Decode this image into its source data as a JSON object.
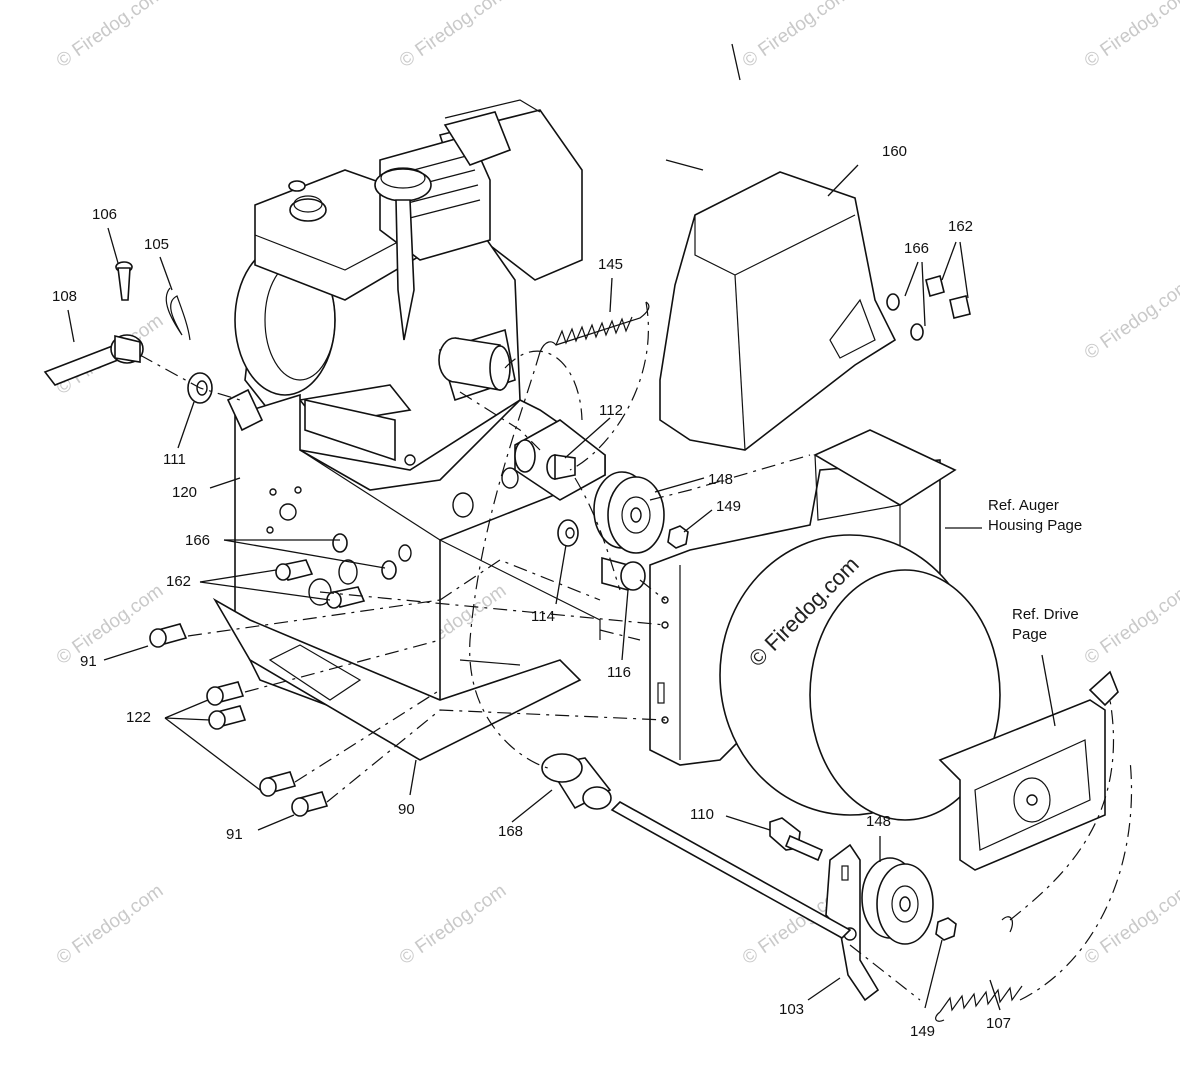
{
  "watermark": {
    "text": "© Firedog.com",
    "center_text": "© Firedog.com"
  },
  "callouts": {
    "c160": "160",
    "c162_top": "162",
    "c166_top": "166",
    "c145": "145",
    "c106": "106",
    "c105": "105",
    "c108": "108",
    "c111": "111",
    "c112": "112",
    "c120": "120",
    "c148_top": "148",
    "c149_top": "149",
    "c166_left": "166",
    "c162_left": "162",
    "c114": "114",
    "c116": "116",
    "c91_top": "91",
    "c122": "122",
    "c91_bottom": "91",
    "c90": "90",
    "c168": "168",
    "c110": "110",
    "c148_bottom": "148",
    "c103": "103",
    "c149_bottom": "149",
    "c107": "107"
  },
  "references": {
    "auger_line1": "Ref. Auger",
    "auger_line2": "Housing Page",
    "drive_line1": "Ref. Drive",
    "drive_line2": "Page"
  },
  "colors": {
    "line": "#111111",
    "watermark": "#c9c9c9",
    "background": "#ffffff"
  }
}
